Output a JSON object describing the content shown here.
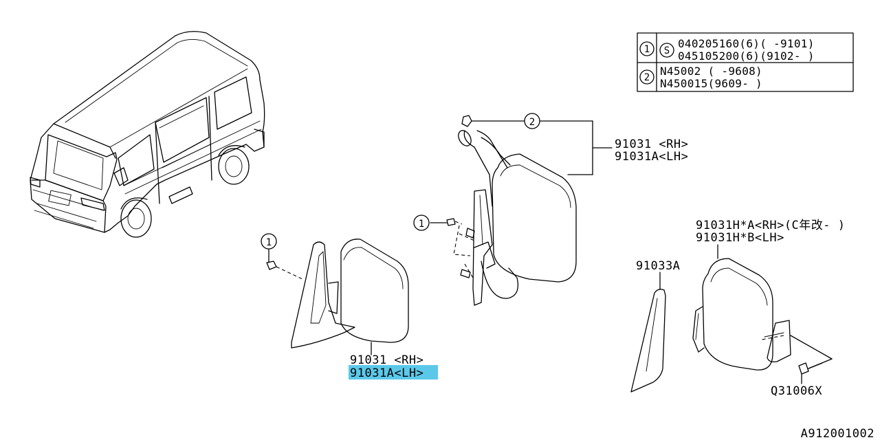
{
  "legend": {
    "rows": [
      {
        "number": "1",
        "symbol": "S",
        "lines": [
          "040205160(6)(  -9101)",
          "045105200(6)(9102-  )"
        ]
      },
      {
        "number": "2",
        "symbol": "",
        "lines": [
          "N45002 (  -9608)",
          "N450015(9609-  )"
        ]
      }
    ]
  },
  "callouts": {
    "one": "1",
    "two": "2"
  },
  "parts": {
    "mirror_top_rh": "91031 <RH>",
    "mirror_top_lh": "91031A<LH>",
    "mirror_left_rh": "91031  <RH>",
    "mirror_left_lh": "91031A<LH>",
    "mirror_right_a": "91031H*A<RH>(C年改-  )",
    "mirror_right_b": "91031H*B<LH>",
    "cover": "91033A",
    "screw": "Q31006X"
  },
  "diagram_id": "A912001002",
  "colors": {
    "highlight": "#5bc8ea",
    "line": "#000000",
    "background": "#ffffff"
  }
}
